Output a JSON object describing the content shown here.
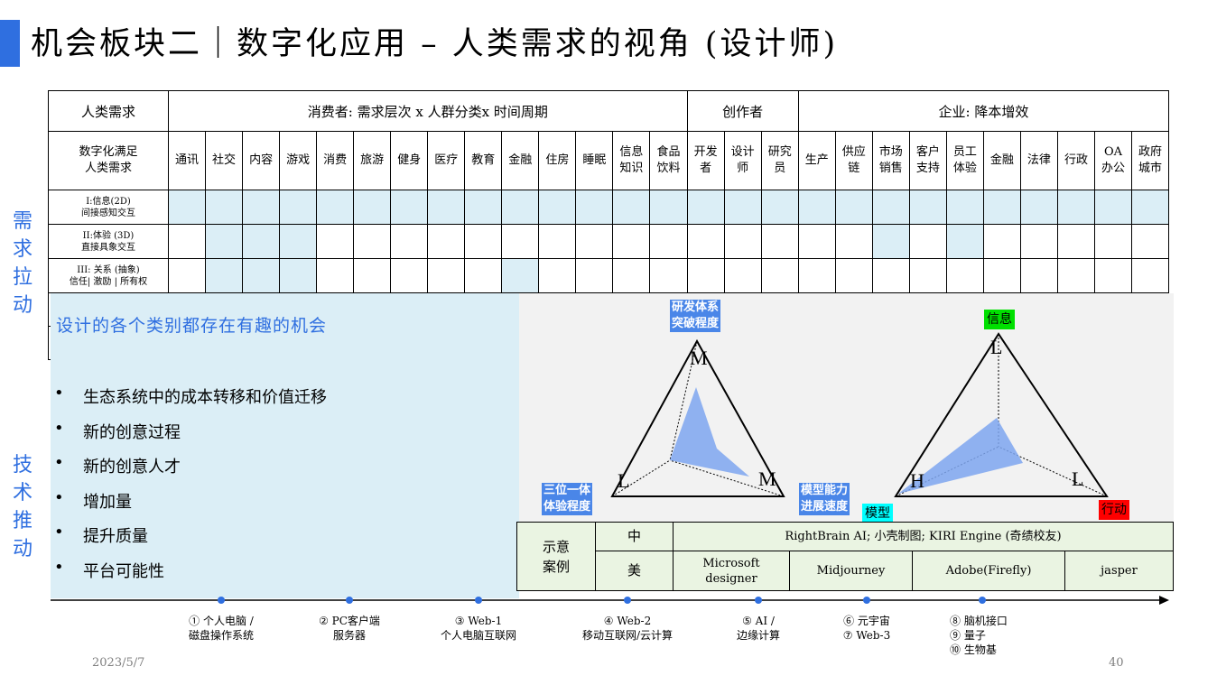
{
  "title": "机会板块二｜数字化应用 – 人类需求的视角 (设计师)",
  "side_labels": {
    "top": [
      "需",
      "求",
      "拉",
      "动"
    ],
    "bottom": [
      "技",
      "术",
      "推",
      "动"
    ]
  },
  "table": {
    "corner_header": "人类需求",
    "group_consumer": "消费者:  需求层次 x 人群分类x 时间周期",
    "group_creator": "创作者",
    "group_enterprise": "企业:  降本增效",
    "row_header": [
      "数字化满足",
      "人类需求"
    ],
    "columns": [
      [
        "通讯"
      ],
      [
        "社交"
      ],
      [
        "内容"
      ],
      [
        "游戏"
      ],
      [
        "消费"
      ],
      [
        "旅游"
      ],
      [
        "健身"
      ],
      [
        "医疗"
      ],
      [
        "教育"
      ],
      [
        "金融"
      ],
      [
        "住房"
      ],
      [
        "睡眠"
      ],
      [
        "信息",
        "知识"
      ],
      [
        "食品",
        "饮料"
      ],
      [
        "开发",
        "者"
      ],
      [
        "设计",
        "师"
      ],
      [
        "研究",
        "员"
      ],
      [
        "生产"
      ],
      [
        "供应",
        "链"
      ],
      [
        "市场",
        "销售"
      ],
      [
        "客户",
        "支持"
      ],
      [
        "员工",
        "体验"
      ],
      [
        "金融"
      ],
      [
        "法律"
      ],
      [
        "行政"
      ],
      [
        "OA",
        "办公"
      ],
      [
        "政府",
        "城市"
      ]
    ],
    "rows": [
      {
        "label": [
          "I:信息(2D)",
          "间接感知交互"
        ],
        "highlight": [
          0,
          1,
          2,
          3,
          4,
          5,
          6,
          7,
          8,
          9,
          10,
          11,
          12,
          13,
          14,
          15,
          16,
          17,
          18,
          19,
          20,
          21,
          22,
          23,
          24,
          25,
          26
        ]
      },
      {
        "label": [
          "II:体验 (3D)",
          "直接具象交互"
        ],
        "highlight": [
          1,
          2,
          3,
          19,
          21
        ]
      },
      {
        "label": [
          "III:  关系 (抽象)",
          "信任| 激励 | 所有权"
        ],
        "highlight": [
          1,
          2,
          3,
          9
        ]
      }
    ]
  },
  "panel": {
    "heading": "设计的各个类别都存在有趣的机会",
    "bullets": [
      "生态系统中的成本转移和价值迁移",
      "新的创意过程",
      "新的创意人才",
      "增加量",
      "提升质量",
      "平台可能性"
    ]
  },
  "radar_left": {
    "tag_top": [
      "研发体系",
      "突破程度"
    ],
    "tag_left": [
      "三位一体",
      "体验程度"
    ],
    "tag_right": [
      "模型能力",
      "进展速度"
    ],
    "letter_top": "M",
    "letter_left": "L",
    "letter_right": "M",
    "tag_color": "#4a86e8"
  },
  "radar_right": {
    "tag_top": "信息",
    "tag_left": "模型",
    "tag_right": "行动",
    "letter_top": "L",
    "letter_left": "H",
    "letter_right": "L",
    "color_top": "#00e000",
    "color_left": "#00ffff",
    "color_right": "#ff0000"
  },
  "examples": {
    "label": [
      "示意",
      "案例"
    ],
    "row_cn_label": "中",
    "row_cn_value": "RightBrain AI;  小壳制图;  KIRI Engine   (奇绩校友)",
    "row_us_label": "美",
    "row_us_values": [
      [
        "Microsoft",
        "designer"
      ],
      [
        "Midjourney"
      ],
      [
        "Adobe(Firefly)"
      ],
      [
        "jasper"
      ]
    ]
  },
  "timeline": [
    [
      "① 个人电脑 /",
      "磁盘操作系统"
    ],
    [
      "② PC客户端",
      "服务器"
    ],
    [
      "③ Web-1",
      "个人电脑互联网"
    ],
    [
      "④ Web-2",
      "移动互联网/云计算"
    ],
    [
      "⑤ AI /",
      "边缘计算"
    ],
    [
      "⑥ 元宇宙",
      "⑦ Web-3"
    ],
    [
      "⑧ 脑机接口",
      "⑨ 量子",
      "⑩ 生物基"
    ]
  ],
  "footer": {
    "date": "2023/5/7",
    "page": "40"
  },
  "colors": {
    "accent": "#2f6fe0",
    "highlight": "#dbeef6",
    "radar_fill": "#7ea6f0",
    "example_bg": "#eaf4e2"
  }
}
